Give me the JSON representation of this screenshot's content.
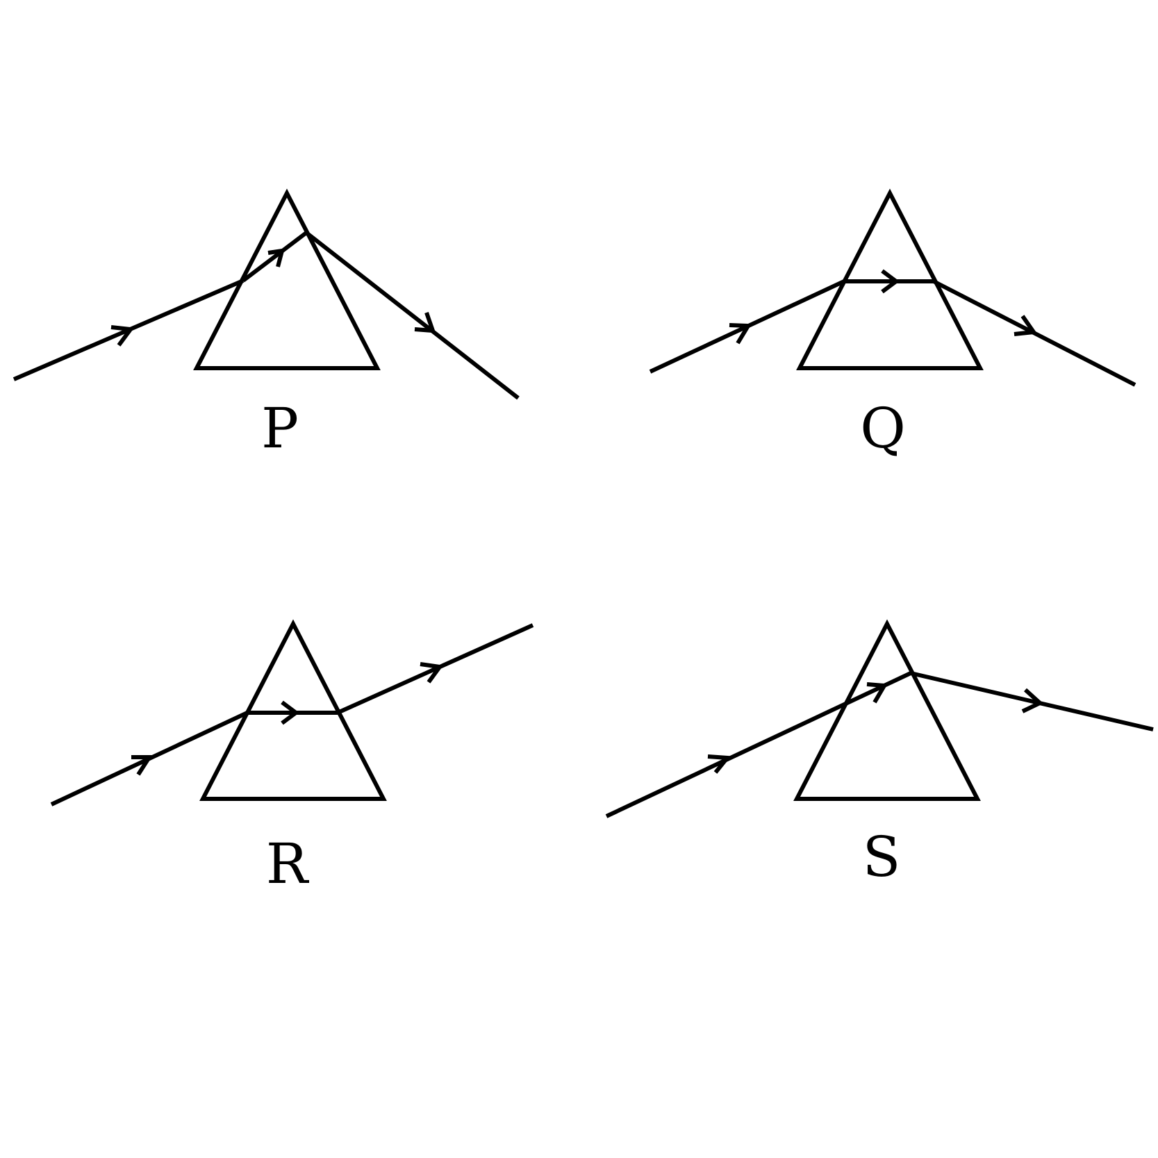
{
  "figure": {
    "panels": [
      {
        "label": "P"
      },
      {
        "label": "Q"
      },
      {
        "label": "R"
      },
      {
        "label": "S"
      }
    ]
  }
}
